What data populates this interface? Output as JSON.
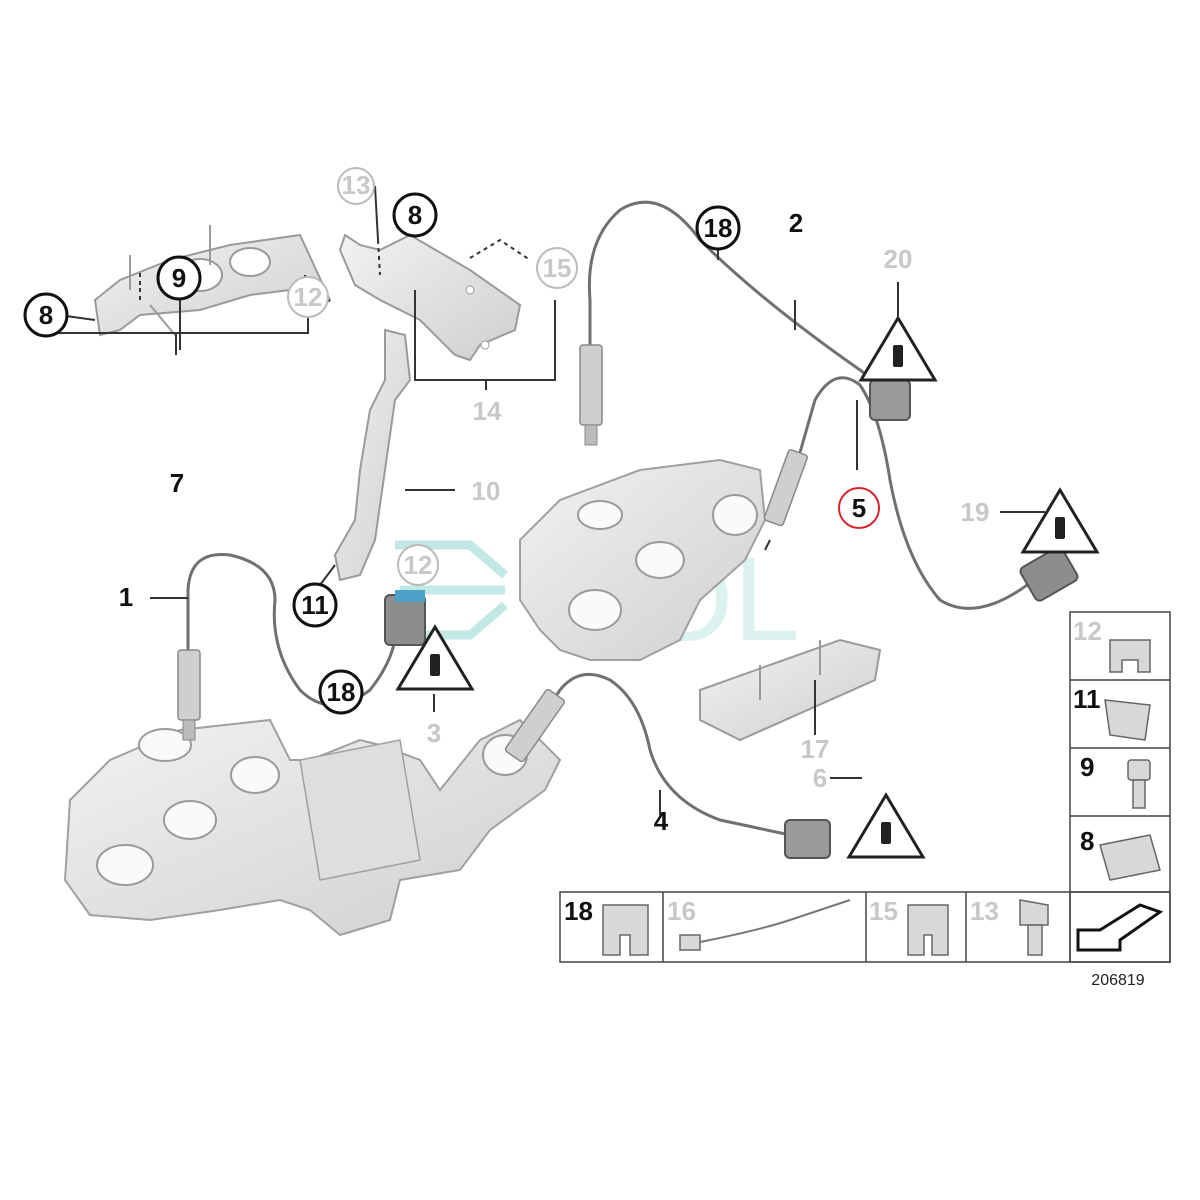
{
  "diagram_number": "206819",
  "watermark": "SOL",
  "colors": {
    "active_label": "#111111",
    "inactive_label": "#c8c8c8",
    "part_fill": "#e4e4e4",
    "part_stroke": "#9a9a9a",
    "cable": "#6e6e6e",
    "highlight_ring": "#d4252a",
    "watermark_teal": "#7fd3c8"
  },
  "callouts": [
    {
      "id": "c1",
      "text": "1",
      "circled": false,
      "active": true
    },
    {
      "id": "c2",
      "text": "2",
      "circled": false,
      "active": true
    },
    {
      "id": "c3",
      "text": "3",
      "circled": false,
      "active": false
    },
    {
      "id": "c4",
      "text": "4",
      "circled": false,
      "active": true
    },
    {
      "id": "c5",
      "text": "5",
      "circled": true,
      "active": true,
      "highlighted": true
    },
    {
      "id": "c6",
      "text": "6",
      "circled": false,
      "active": false
    },
    {
      "id": "c7",
      "text": "7",
      "circled": false,
      "active": true
    },
    {
      "id": "c8a",
      "text": "8",
      "circled": true,
      "active": true
    },
    {
      "id": "c8b",
      "text": "8",
      "circled": true,
      "active": true
    },
    {
      "id": "c9",
      "text": "9",
      "circled": true,
      "active": true
    },
    {
      "id": "c10",
      "text": "10",
      "circled": false,
      "active": false
    },
    {
      "id": "c11",
      "text": "11",
      "circled": true,
      "active": true
    },
    {
      "id": "c12a",
      "text": "12",
      "circled": true,
      "active": false
    },
    {
      "id": "c12b",
      "text": "12",
      "circled": true,
      "active": false
    },
    {
      "id": "c13",
      "text": "13",
      "circled": true,
      "active": false
    },
    {
      "id": "c14",
      "text": "14",
      "circled": false,
      "active": false
    },
    {
      "id": "c15",
      "text": "15",
      "circled": true,
      "active": false
    },
    {
      "id": "c17",
      "text": "17",
      "circled": false,
      "active": false
    },
    {
      "id": "c18a",
      "text": "18",
      "circled": true,
      "active": true
    },
    {
      "id": "c18b",
      "text": "18",
      "circled": true,
      "active": true
    },
    {
      "id": "c19",
      "text": "19",
      "circled": false,
      "active": false
    },
    {
      "id": "c20",
      "text": "20",
      "circled": false,
      "active": false
    }
  ],
  "parts_grid": [
    {
      "id": "g12",
      "text": "12",
      "active": false
    },
    {
      "id": "g11",
      "text": "11",
      "active": true
    },
    {
      "id": "g9",
      "text": "9",
      "active": true
    },
    {
      "id": "g8",
      "text": "8",
      "active": true
    },
    {
      "id": "g18",
      "text": "18",
      "active": true
    },
    {
      "id": "g16",
      "text": "16",
      "active": false
    },
    {
      "id": "g15",
      "text": "15",
      "active": false
    },
    {
      "id": "g13",
      "text": "13",
      "active": false
    }
  ]
}
